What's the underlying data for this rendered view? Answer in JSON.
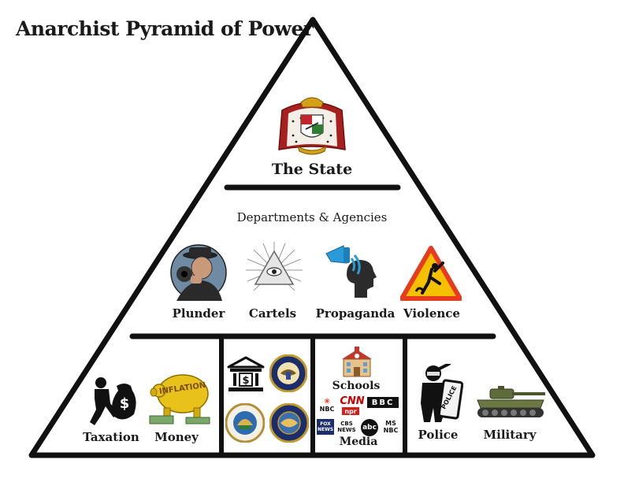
{
  "title": "Anarchist Pyramid of Power",
  "apex": {
    "label": "The State",
    "icon": "coat-of-arms-icon"
  },
  "middle": {
    "heading": "Departments & Agencies",
    "items": [
      {
        "label": "Plunder",
        "icon": "gunman-icon"
      },
      {
        "label": "Cartels",
        "icon": "all-seeing-eye-icon"
      },
      {
        "label": "Propaganda",
        "icon": "megaphone-head-icon"
      },
      {
        "label": "Violence",
        "icon": "warning-sign-icon"
      }
    ]
  },
  "base": {
    "col1": {
      "items": [
        {
          "label": "Taxation",
          "icon": "thief-moneybag-icon"
        },
        {
          "label": "Money",
          "icon": "inflation-pig-icon"
        }
      ]
    },
    "col2": {
      "icons": [
        "bank-icon",
        "federal-seal-icon",
        "agency-seal-icon",
        "commission-seal-icon"
      ]
    },
    "col3": {
      "schools": "Schools",
      "media": "Media",
      "logos": {
        "nbc": "NBC",
        "cnn": "CNN",
        "bbc": "BBC",
        "npr": "npr",
        "fox": "FOX NEWS",
        "cbs": "CBS NEWS",
        "abc": "abc",
        "msnbc": "MS NBC"
      }
    },
    "col4": {
      "items": [
        {
          "label": "Police",
          "icon": "riot-police-icon"
        },
        {
          "label": "Military",
          "icon": "tank-icon"
        }
      ]
    }
  },
  "colors": {
    "line": "#111111",
    "warning": "#e63b1f",
    "warning_fill": "#f5c000",
    "pig": "#e8c21a",
    "speaker": "#2a9bd8",
    "gold": "#c49a2a",
    "navy": "#1b2e6b"
  }
}
